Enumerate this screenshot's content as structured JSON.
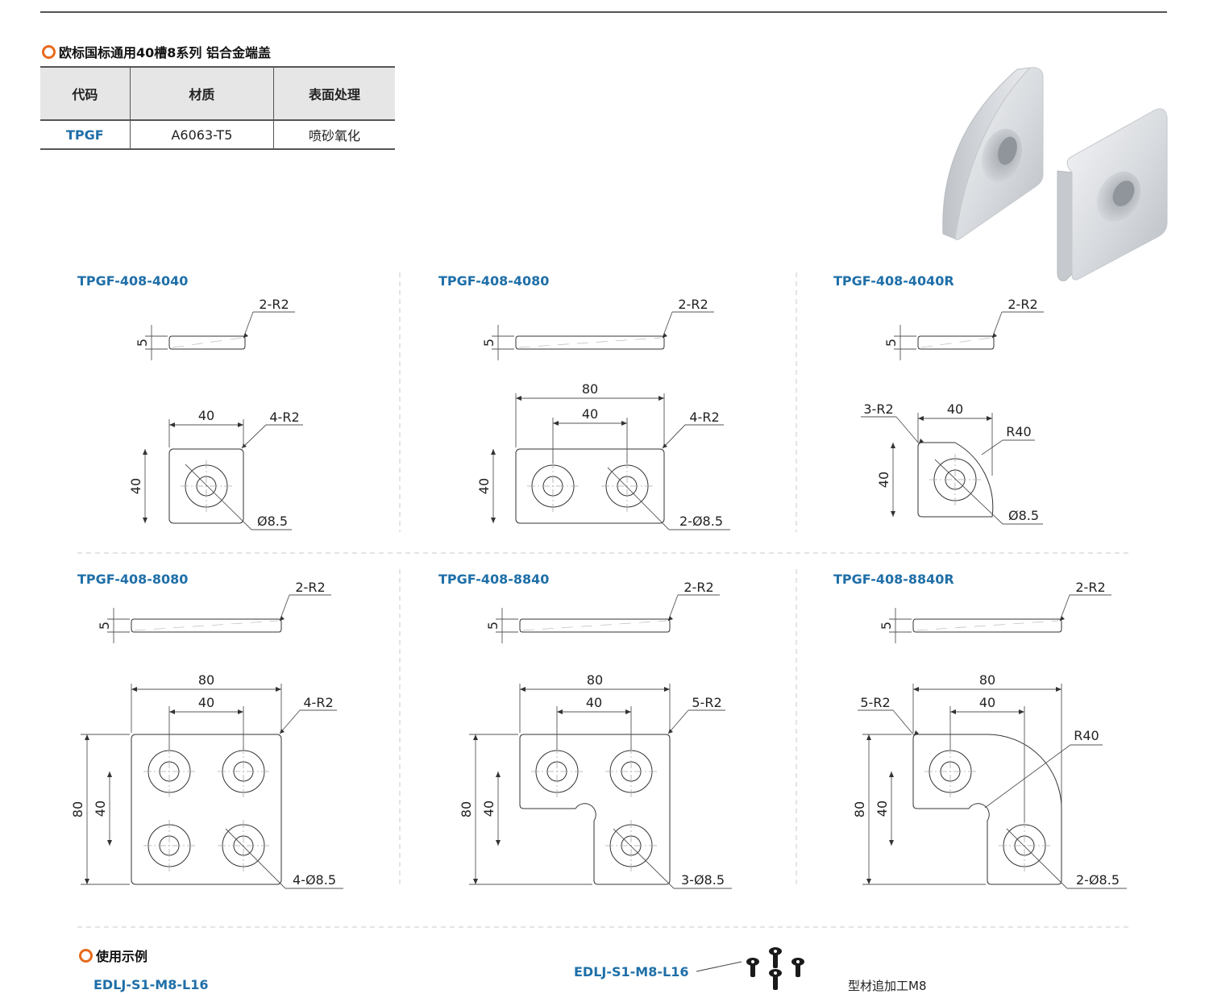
{
  "section_title": "欧标国标通用40槽8系列 铝合金端盖",
  "table": {
    "headers": [
      "代码",
      "材质",
      "表面处理"
    ],
    "row": [
      "TPGF",
      "A6063-T5",
      "喷砂氧化"
    ]
  },
  "parts": [
    {
      "label": "TPGF-408-4040",
      "thickness": "5",
      "edge_radius": "2-R2",
      "width": "40",
      "height": "40",
      "corner_radius": "4-R2",
      "hole": "Ø8.5"
    },
    {
      "label": "TPGF-408-4080",
      "thickness": "5",
      "edge_radius": "2-R2",
      "width_outer": "80",
      "width_inner": "40",
      "height": "40",
      "corner_radius": "4-R2",
      "hole": "2-Ø8.5"
    },
    {
      "label": "TPGF-408-4040R",
      "thickness": "5",
      "edge_radius": "2-R2",
      "corner_radius": "3-R2",
      "width": "40",
      "height": "40",
      "arc": "R40",
      "hole": "Ø8.5"
    },
    {
      "label": "TPGF-408-8080",
      "thickness": "5",
      "edge_radius": "2-R2",
      "width_outer": "80",
      "width_inner": "40",
      "height_outer": "80",
      "height_inner": "40",
      "corner_radius": "4-R2",
      "hole": "4-Ø8.5"
    },
    {
      "label": "TPGF-408-8840",
      "thickness": "5",
      "edge_radius": "2-R2",
      "width_outer": "80",
      "width_inner": "40",
      "height_outer": "80",
      "height_inner": "40",
      "corner_radius": "5-R2",
      "hole": "3-Ø8.5"
    },
    {
      "label": "TPGF-408-8840R",
      "thickness": "5",
      "edge_radius": "2-R2",
      "width_outer": "80",
      "width_inner": "40",
      "height_outer": "80",
      "height_inner": "40",
      "corner_radius": "5-R2",
      "arc": "R40",
      "hole": "2-Ø8.5"
    }
  ],
  "usage": {
    "title": "使用示例",
    "label_left": "EDLJ-S1-M8-L16",
    "label_center": "EDLJ-S1-M8-L16",
    "note": "型材追加工M8"
  },
  "colors": {
    "accent": "#e86a1c",
    "link": "#1f6fa8",
    "rule": "#555555",
    "header_bg": "#e6e6e6",
    "plate_fill": "#eeeeee"
  }
}
